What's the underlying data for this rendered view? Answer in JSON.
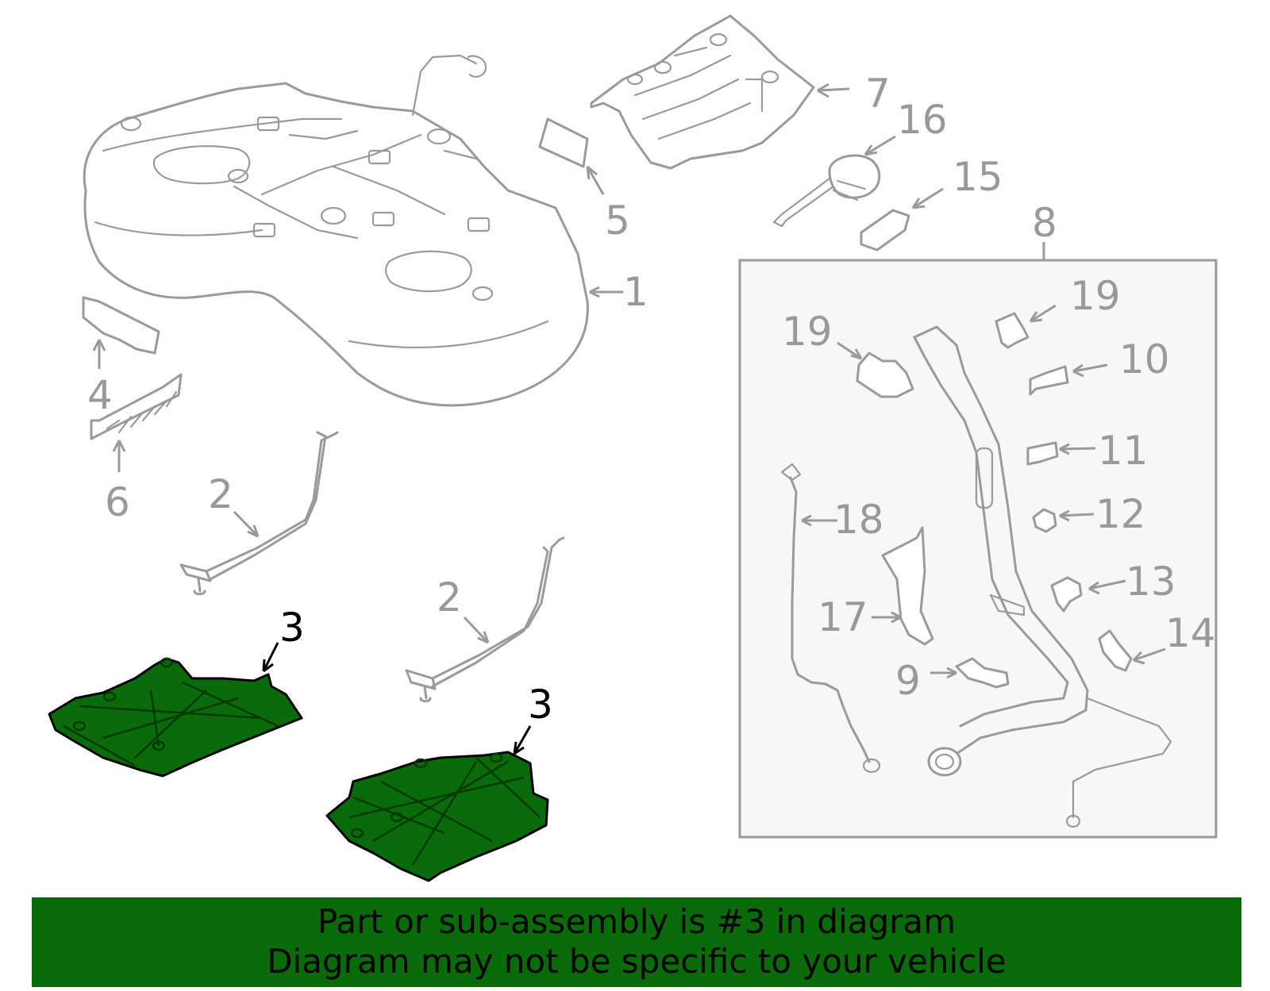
{
  "callouts": {
    "c1": "1",
    "c2a": "2",
    "c2b": "2",
    "c3a": "3",
    "c3b": "3",
    "c4": "4",
    "c5": "5",
    "c6": "6",
    "c7": "7",
    "c8": "8",
    "c9": "9",
    "c10": "10",
    "c11": "11",
    "c12": "12",
    "c13": "13",
    "c14": "14",
    "c15": "15",
    "c16": "16",
    "c17": "17",
    "c18": "18",
    "c19a": "19",
    "c19b": "19"
  },
  "highlight_color": "#0a6b0a",
  "banner": {
    "line1": "Part or sub-assembly is #3 in diagram",
    "line2": "Diagram may not be specific to your vehicle"
  }
}
